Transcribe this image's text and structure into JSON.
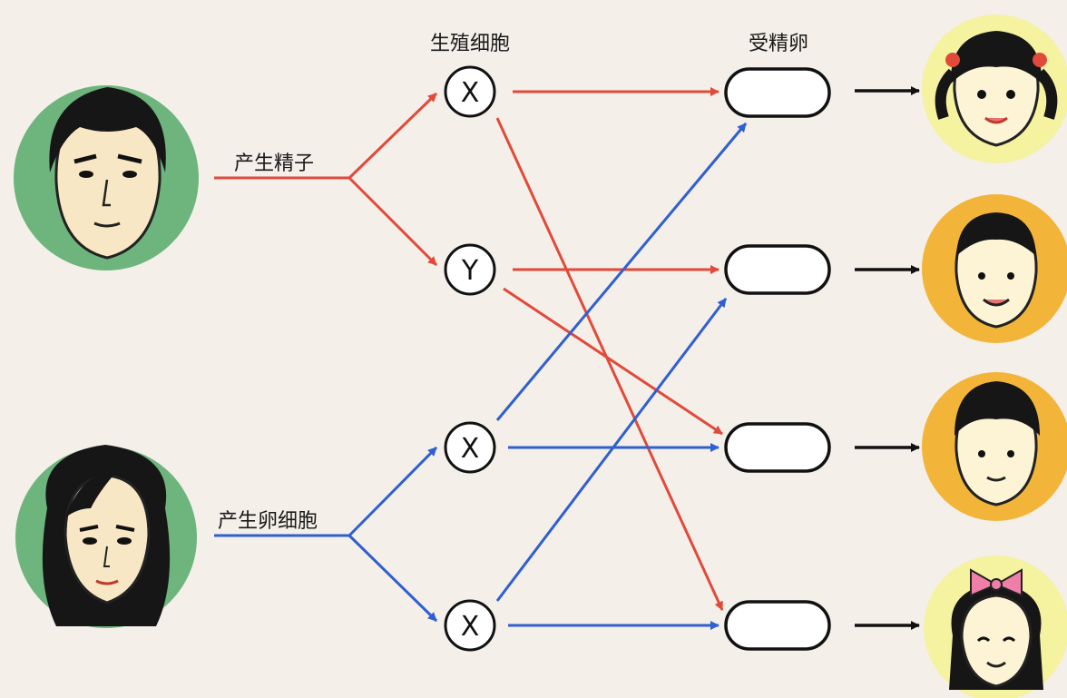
{
  "headers": {
    "germ_cells": "生殖细胞",
    "zygote": "受精卵"
  },
  "parents": {
    "father": {
      "label": "产生精子",
      "color": "#e14a3a",
      "cells": [
        "X",
        "Y"
      ]
    },
    "mother": {
      "label": "产生卵细胞",
      "color": "#2f5fd0",
      "cells": [
        "X",
        "X"
      ]
    }
  },
  "zygotes": [
    "",
    "",
    "",
    ""
  ],
  "children": [
    {
      "name": "girl-with-pigtails",
      "bg": "#f5f2a0"
    },
    {
      "name": "boy",
      "bg": "#f2b53a"
    },
    {
      "name": "boy",
      "bg": "#f2b53a"
    },
    {
      "name": "girl-with-bow",
      "bg": "#f5f2a0"
    }
  ],
  "colors": {
    "paternal_line": "#e14a3a",
    "maternal_line": "#2f5fd0",
    "result_arrow": "#111111",
    "parent_circle": "#6db57c"
  }
}
